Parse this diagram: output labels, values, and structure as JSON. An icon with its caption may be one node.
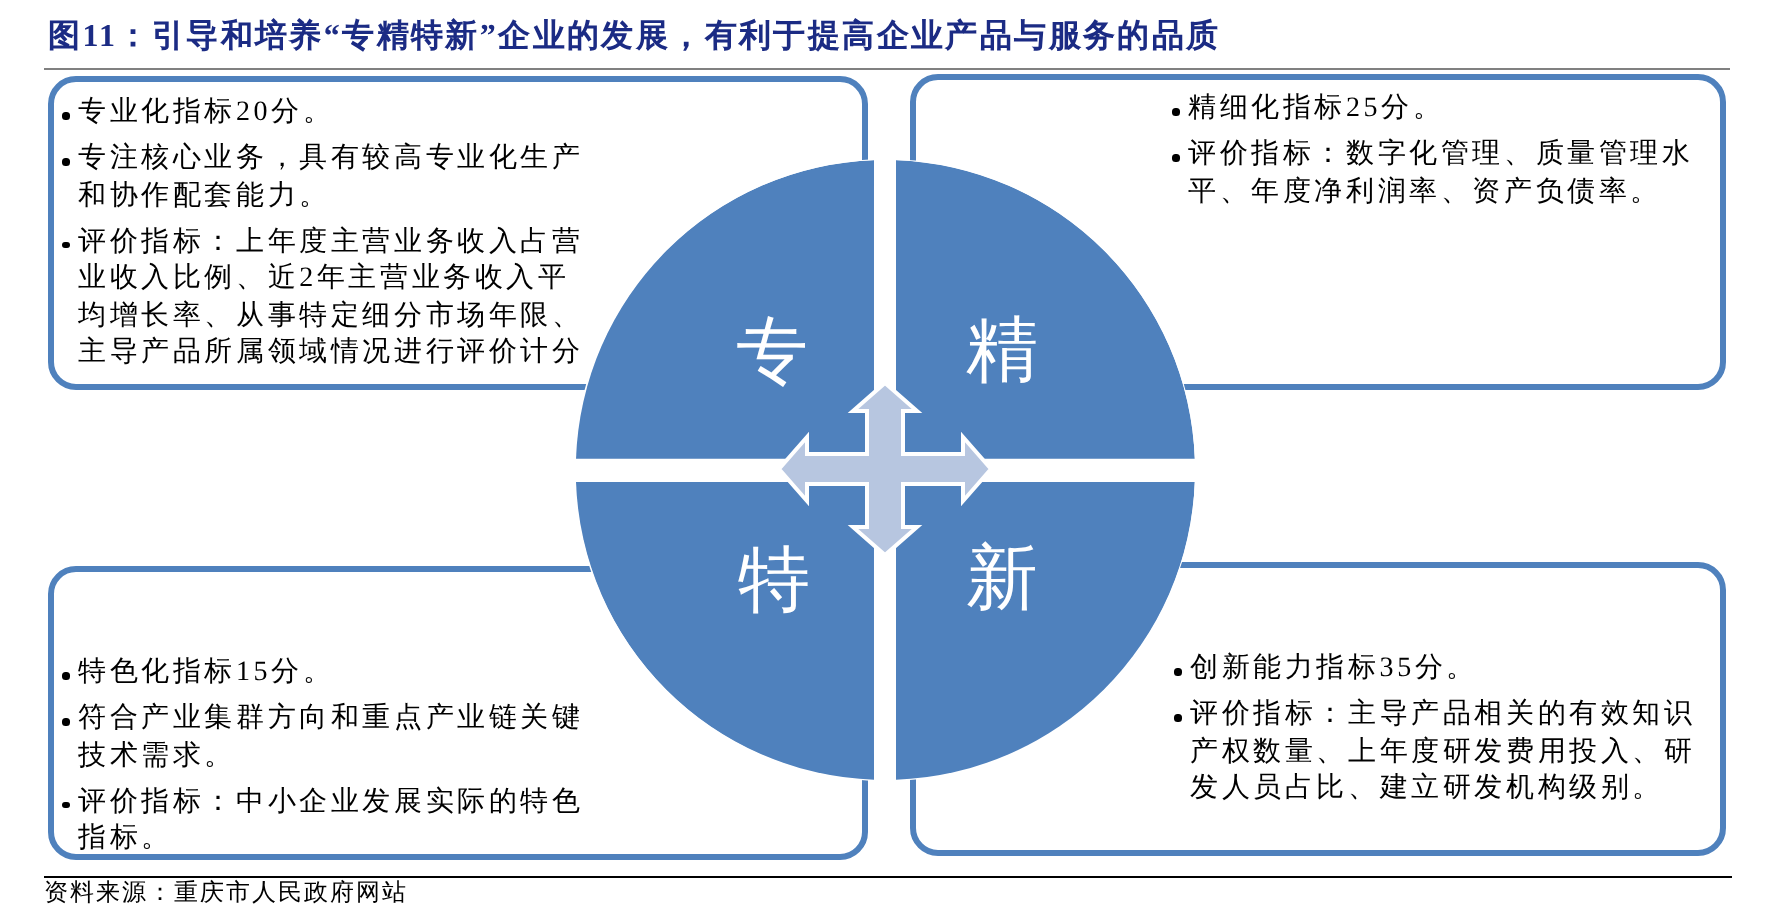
{
  "diagram": {
    "title": "图11：引导和培养“专精特新”企业的发展，有利于提高企业产品与服务的品质",
    "caption": "资料来源：重庆市人民政府网站",
    "nodes": [
      {
        "text": [
          "专业化指标20分。",
          "专注核心业务，具有较高专业化生产和协作配套能力。",
          "评价指标：上年度主营业务收入占营业收入比例、近2年主营业务收入平均增长率、从事特定细分市场年限、主导产品所属领域情况进行评价计分"
        ]
      },
      {
        "text": [
          "精细化指标25分。",
          "评价指标：数字化管理、质量管理水平、年度净利润率、资产负债率。"
        ]
      },
      {
        "text": [
          "专"
        ]
      },
      {
        "text": [
          "精"
        ]
      },
      {
        "text": [
          "特"
        ]
      },
      {
        "text": [
          "新"
        ]
      },
      {
        "text": [
          "特色化指标15分。",
          "符合产业集群方向和重点产业链关键技术需求。",
          "评价指标：中小企业发展实际的特色指标。"
        ]
      },
      {
        "text": [
          "创新能力指标35分。",
          "评价指标：主导产品相关的有效知识产权数量、上年度研发费用投入、研发人员占比、建立研发机构级别。"
        ]
      }
    ]
  }
}
